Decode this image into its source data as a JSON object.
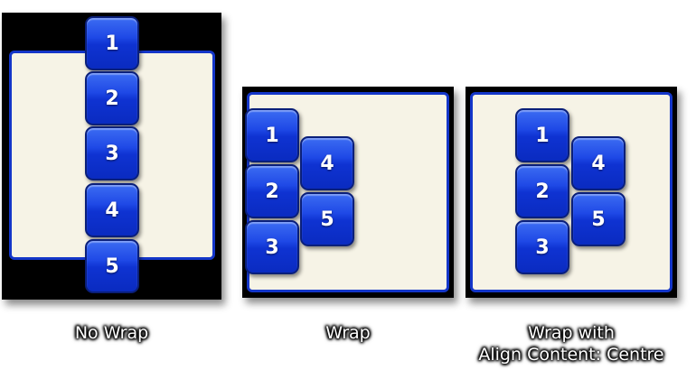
{
  "panels": [
    {
      "caption": "No Wrap",
      "tiles": [
        "1",
        "2",
        "3",
        "4",
        "5"
      ]
    },
    {
      "caption": "Wrap",
      "tiles": [
        "1",
        "2",
        "3",
        "4",
        "5"
      ]
    },
    {
      "caption_line1": "Wrap with",
      "caption_line2": "Align Content: Centre",
      "tiles": [
        "1",
        "2",
        "3",
        "4",
        "5"
      ]
    }
  ],
  "colors": {
    "panel_frame": "#000000",
    "container_fill": "#f6f3e6",
    "container_border": "#1436c9",
    "tile_blue": "#1f49e6",
    "caption_text": "#ffffff"
  }
}
